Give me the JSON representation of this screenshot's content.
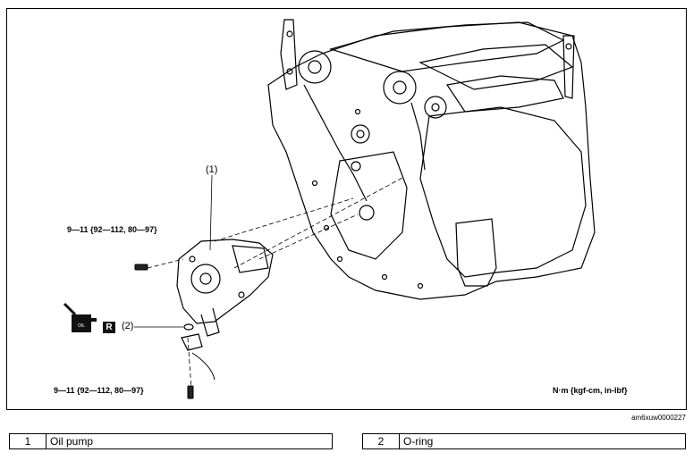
{
  "callouts": {
    "c1": "1",
    "c2": "2"
  },
  "torque_upper": "9—11 {92—112, 80—97}",
  "torque_lower": "9—11 {92—112, 80—97}",
  "replace_badge": "R",
  "oil_icon_text": "OIL",
  "units": "N·m {kgf-cm, in-lbf}",
  "figure_code": "am6xuw0000227",
  "legend": [
    {
      "num": "1",
      "name": "Oil pump"
    },
    {
      "num": "2",
      "name": "O-ring"
    }
  ]
}
